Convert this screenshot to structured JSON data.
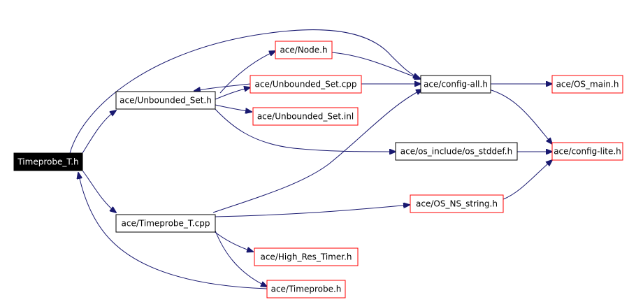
{
  "colors": {
    "edge": "#191970",
    "root_fill": "#000000",
    "root_text": "#ffffff",
    "documented_border": "#000000",
    "undocumented_border": "#ff0000",
    "node_fill": "#ffffff"
  },
  "nodes": [
    {
      "id": "timeprobe_t_h",
      "label": "Timeprobe_T.h",
      "kind": "root"
    },
    {
      "id": "unbounded_set_h",
      "label": "ace/Unbounded_Set.h",
      "kind": "documented"
    },
    {
      "id": "timeprobe_t_cpp",
      "label": "ace/Timeprobe_T.cpp",
      "kind": "documented"
    },
    {
      "id": "node_h",
      "label": "ace/Node.h",
      "kind": "undocumented"
    },
    {
      "id": "unbounded_set_cpp",
      "label": "ace/Unbounded_Set.cpp",
      "kind": "undocumented"
    },
    {
      "id": "unbounded_set_inl",
      "label": "ace/Unbounded_Set.inl",
      "kind": "undocumented"
    },
    {
      "id": "config_all_h",
      "label": "ace/config-all.h",
      "kind": "documented"
    },
    {
      "id": "os_stddef_h",
      "label": "ace/os_include/os_stddef.h",
      "kind": "documented"
    },
    {
      "id": "os_ns_string_h",
      "label": "ace/OS_NS_string.h",
      "kind": "undocumented"
    },
    {
      "id": "high_res_timer_h",
      "label": "ace/High_Res_Timer.h",
      "kind": "undocumented"
    },
    {
      "id": "timeprobe_h",
      "label": "ace/Timeprobe.h",
      "kind": "undocumented"
    },
    {
      "id": "os_main_h",
      "label": "ace/OS_main.h",
      "kind": "undocumented"
    },
    {
      "id": "config_lite_h",
      "label": "ace/config-lite.h",
      "kind": "undocumented"
    }
  ],
  "edges": [
    {
      "from": "timeprobe_t_h",
      "to": "unbounded_set_h"
    },
    {
      "from": "timeprobe_t_h",
      "to": "timeprobe_t_cpp"
    },
    {
      "from": "timeprobe_t_h",
      "to": "config_all_h"
    },
    {
      "from": "unbounded_set_h",
      "to": "node_h"
    },
    {
      "from": "unbounded_set_h",
      "to": "unbounded_set_cpp"
    },
    {
      "from": "unbounded_set_h",
      "to": "unbounded_set_inl"
    },
    {
      "from": "unbounded_set_h",
      "to": "os_stddef_h"
    },
    {
      "from": "unbounded_set_cpp",
      "to": "unbounded_set_h"
    },
    {
      "from": "node_h",
      "to": "config_all_h"
    },
    {
      "from": "unbounded_set_cpp",
      "to": "config_all_h"
    },
    {
      "from": "timeprobe_t_cpp",
      "to": "config_all_h"
    },
    {
      "from": "timeprobe_t_cpp",
      "to": "os_ns_string_h"
    },
    {
      "from": "timeprobe_t_cpp",
      "to": "high_res_timer_h"
    },
    {
      "from": "timeprobe_t_cpp",
      "to": "timeprobe_h"
    },
    {
      "from": "timeprobe_h",
      "to": "timeprobe_t_h"
    },
    {
      "from": "config_all_h",
      "to": "os_main_h"
    },
    {
      "from": "config_all_h",
      "to": "config_lite_h"
    },
    {
      "from": "os_stddef_h",
      "to": "config_lite_h"
    },
    {
      "from": "os_ns_string_h",
      "to": "config_lite_h"
    }
  ]
}
